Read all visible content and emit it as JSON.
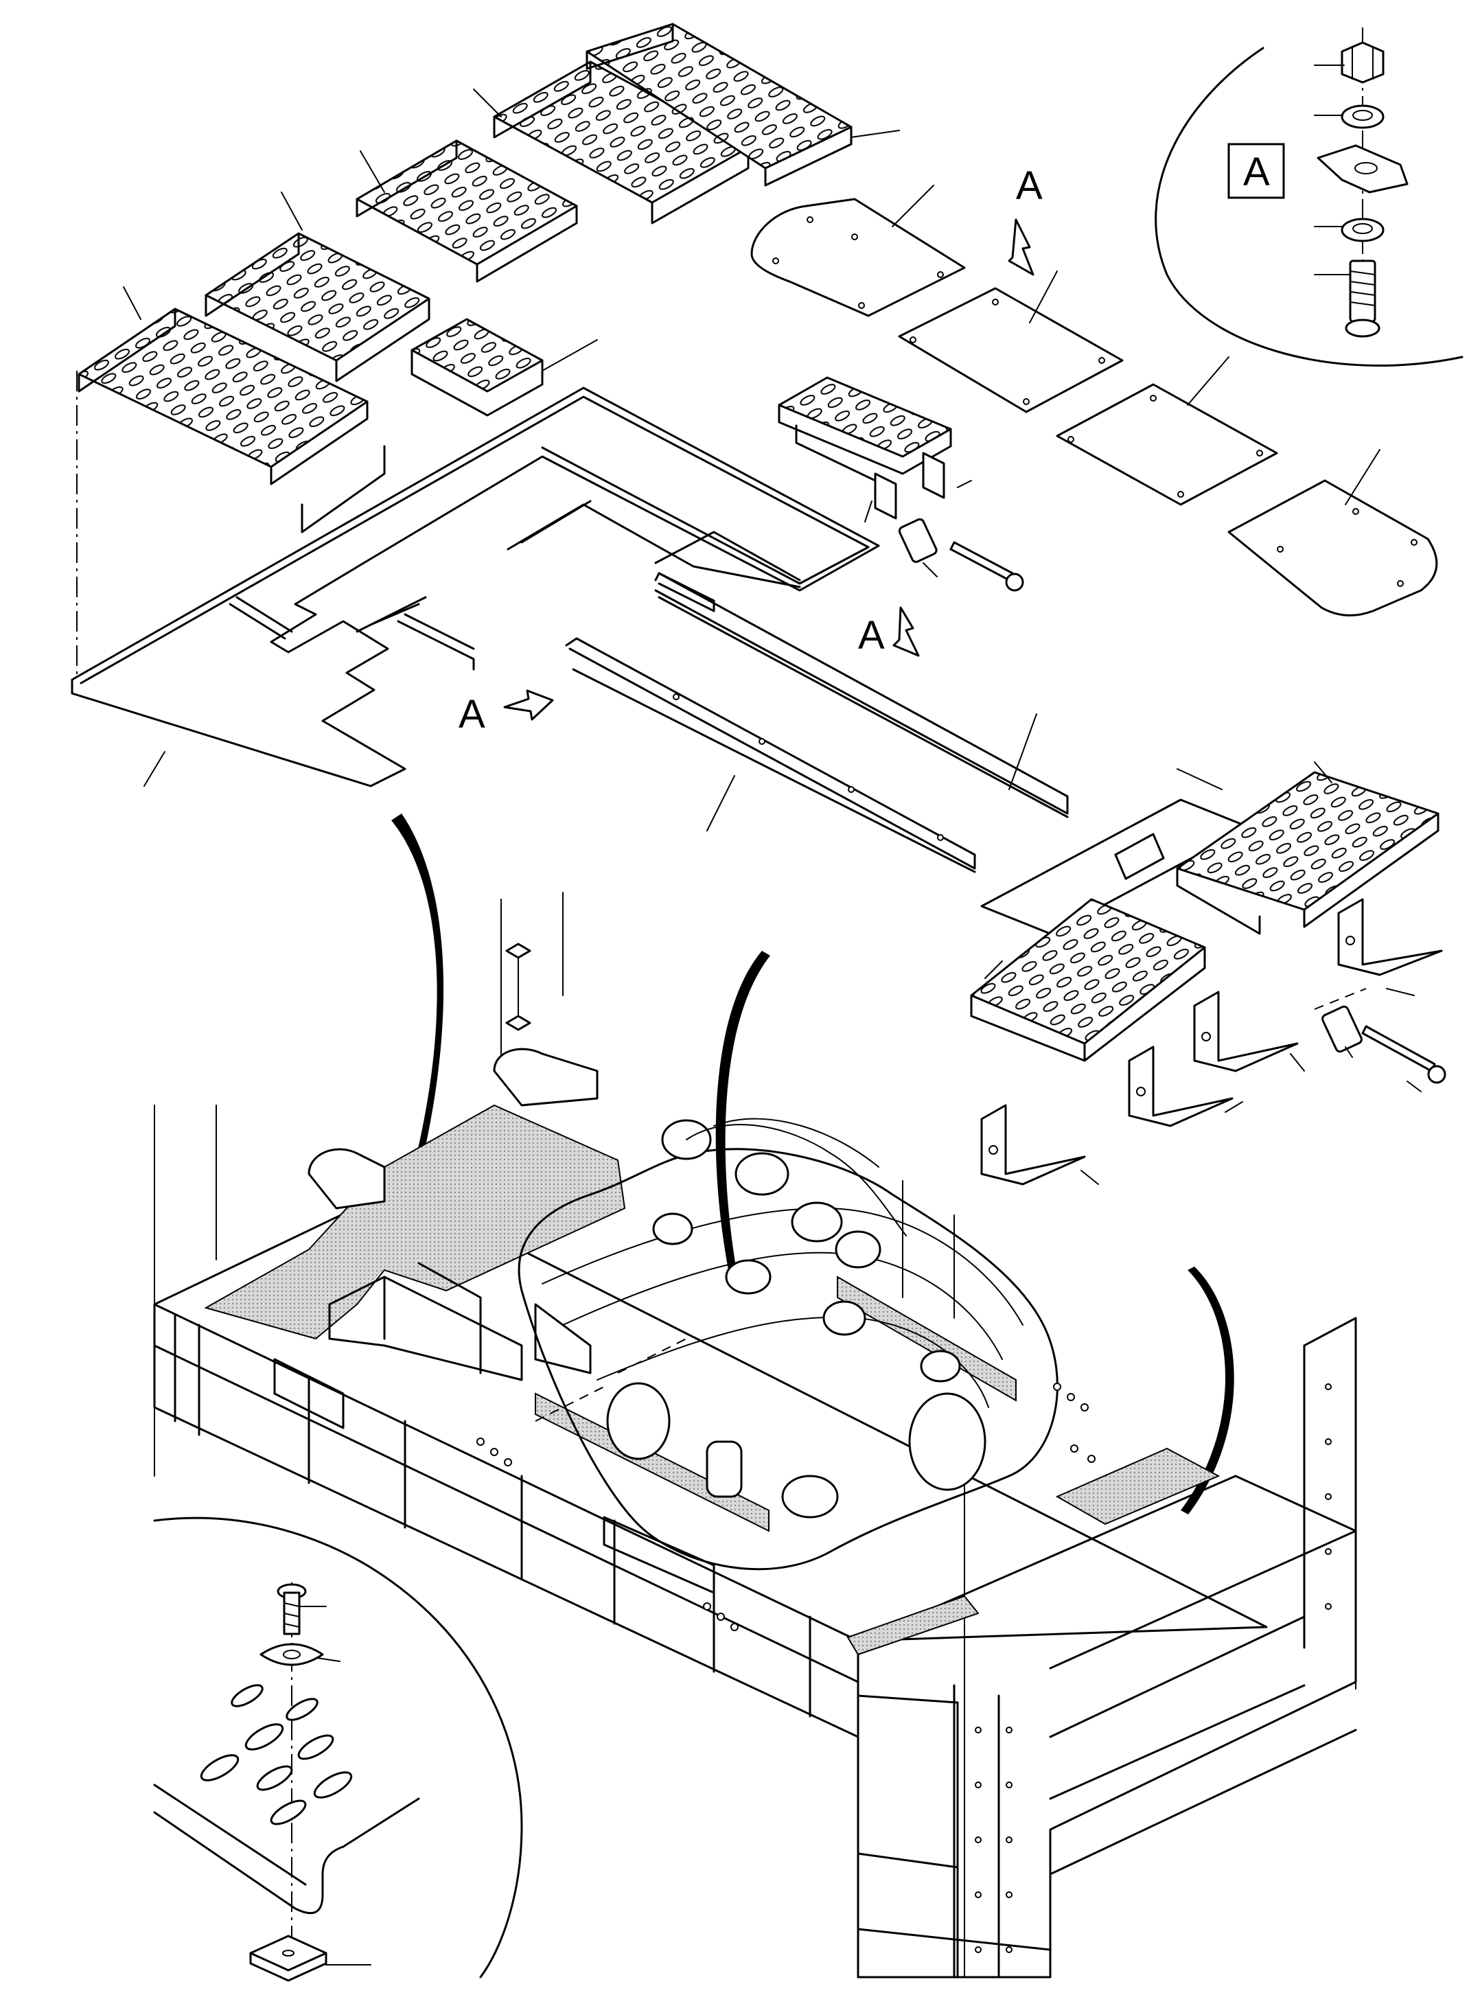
{
  "labels": {
    "detail_box": "A",
    "view_a_top": "A",
    "view_a_middle": "A",
    "view_a_left": "A"
  }
}
